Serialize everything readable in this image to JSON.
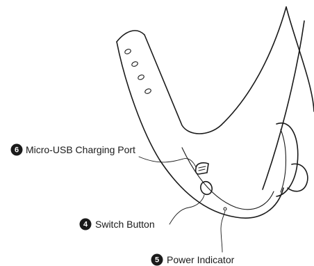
{
  "callouts": [
    {
      "number": "6",
      "label": "Micro-USB Charging Port"
    },
    {
      "number": "4",
      "label": "Switch Button"
    },
    {
      "number": "5",
      "label": "Power Indicator"
    }
  ]
}
